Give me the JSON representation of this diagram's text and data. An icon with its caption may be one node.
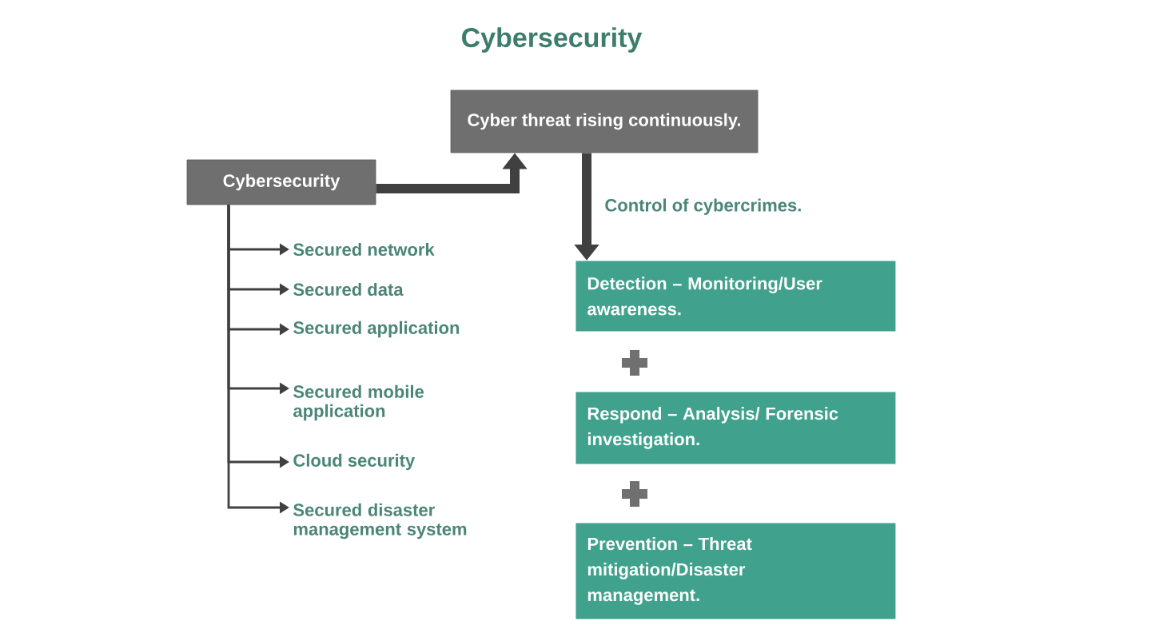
{
  "diagram": {
    "title": "Cybersecurity",
    "nodes": [
      {
        "text": [
          "Cybersecurity"
        ]
      },
      {
        "text": [
          "Cyber threat rising continuously."
        ]
      },
      {
        "text": [
          "Secured network"
        ]
      },
      {
        "text": [
          "Secured data"
        ]
      },
      {
        "text": [
          "Secured application"
        ]
      },
      {
        "text": [
          "Secured mobile application"
        ]
      },
      {
        "text": [
          "Cloud security"
        ]
      },
      {
        "text": [
          "Secured disaster management system"
        ]
      },
      {
        "text": [
          "Detection – Monitoring/User awareness."
        ]
      },
      {
        "text": [
          "Respond – Analysis/ Forensic investigation."
        ]
      },
      {
        "text": [
          "Prevention – Threat mitigation/Disaster management."
        ]
      }
    ],
    "edges": [
      {
        "from": 0,
        "to": 1,
        "arrow": "to",
        "style": "thick"
      },
      {
        "from": 0,
        "to": 2,
        "arrow": "to"
      },
      {
        "from": 0,
        "to": 3,
        "arrow": "to"
      },
      {
        "from": 0,
        "to": 4,
        "arrow": "to"
      },
      {
        "from": 0,
        "to": 5,
        "arrow": "to"
      },
      {
        "from": 0,
        "to": 6,
        "arrow": "to"
      },
      {
        "from": 0,
        "to": 7,
        "arrow": "to"
      },
      {
        "from": 1,
        "to": 8,
        "arrow": "to",
        "label": "Control of cybercrimes.",
        "style": "thick"
      }
    ]
  }
}
